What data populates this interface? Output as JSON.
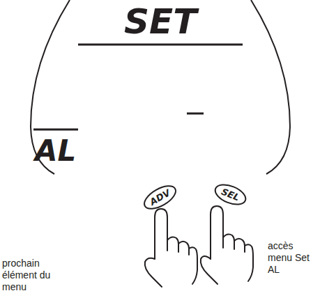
{
  "diagram": {
    "nodes": [
      {
        "text": [
          "SET",
          "AL"
        ]
      },
      {
        "text": [
          "ADV"
        ]
      },
      {
        "text": [
          "SEL"
        ]
      }
    ],
    "labels": [
      "prochain élément du menu",
      "accès menu Set AL"
    ]
  }
}
